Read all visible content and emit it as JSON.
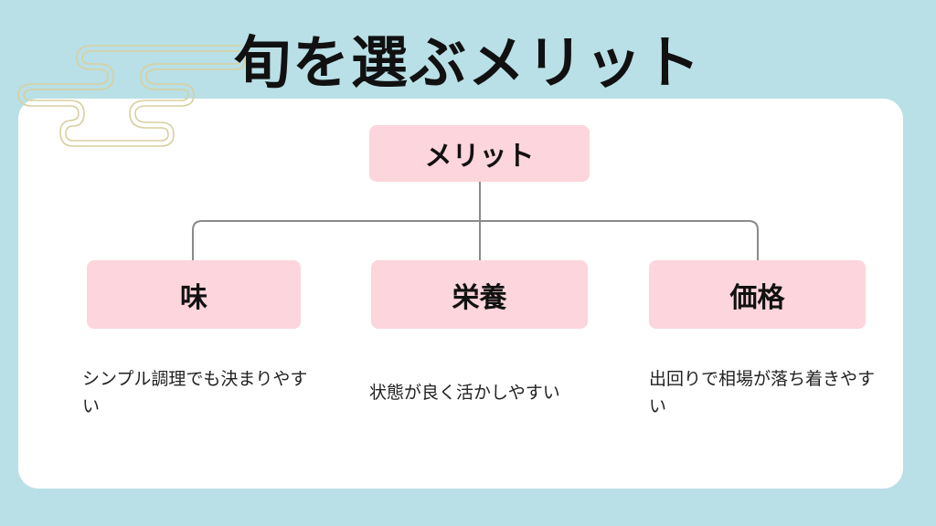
{
  "title": "旬を選ぶメリット",
  "root": {
    "label": "メリット"
  },
  "children": [
    {
      "label": "味",
      "description": "シンプル調理でも決まりやすい"
    },
    {
      "label": "栄養",
      "description": "状態が良く活かしやすい"
    },
    {
      "label": "価格",
      "description": "出回りで相場が落ち着きやすい"
    }
  ],
  "colors": {
    "background": "#b9e0e6",
    "box": "#fdd5dc",
    "connector": "#8a8a8a",
    "cloud": "#d8cfa0"
  }
}
